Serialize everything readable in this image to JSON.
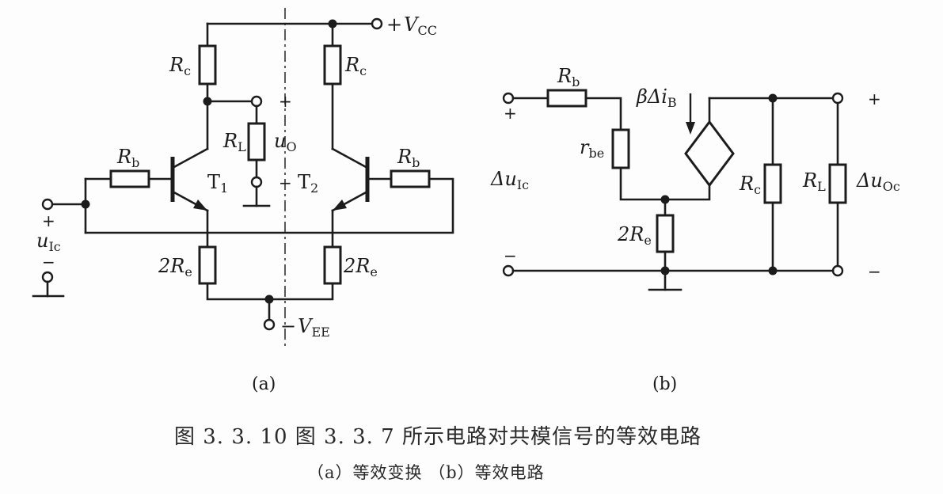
{
  "figure_a": {
    "label_vcc": "V",
    "label_vcc_sub": "CC",
    "label_vcc_prefix": "+",
    "label_vee": "V",
    "label_vee_sub": "EE",
    "label_vee_prefix": "−",
    "rc_left": "R",
    "rc_left_sub": "c",
    "rc_right": "R",
    "rc_right_sub": "c",
    "rl": "R",
    "rl_sub": "L",
    "uo": "u",
    "uo_sub": "O",
    "rb_left": "R",
    "rb_left_sub": "b",
    "rb_right": "R",
    "rb_right_sub": "b",
    "t1": "T",
    "t1_sub": "1",
    "t2": "T",
    "t2_sub": "2",
    "re_left": "2R",
    "re_left_sub": "e",
    "re_right": "2R",
    "re_right_sub": "e",
    "uic": "u",
    "uic_sub": "Ic",
    "plus": "+",
    "minus": "−",
    "sublabel": "(a)"
  },
  "figure_b": {
    "rb": "R",
    "rb_sub": "b",
    "rbe": "r",
    "rbe_sub": "be",
    "re": "2R",
    "re_sub": "e",
    "source": "βΔi",
    "source_sub": "B",
    "rc": "R",
    "rc_sub": "c",
    "rl": "R",
    "rl_sub": "L",
    "duic": "Δu",
    "duic_sub": "Ic",
    "duoc": "Δu",
    "duoc_sub": "Oc",
    "plus": "+",
    "minus": "−",
    "sublabel": "(b)"
  },
  "caption": {
    "title": "图 3. 3. 10    图 3. 3. 7 所示电路对共模信号的等效电路",
    "subtitle": "（a）等效变换  （b）等效电路"
  }
}
